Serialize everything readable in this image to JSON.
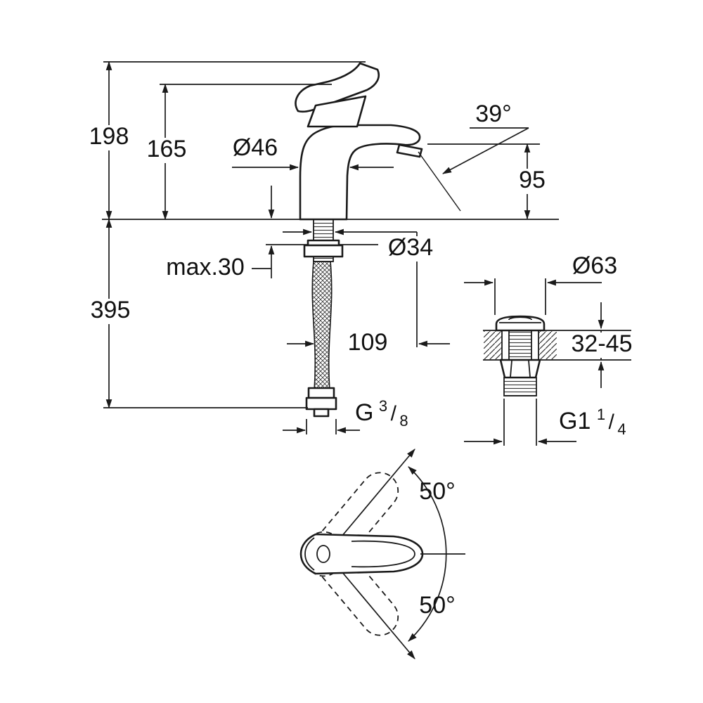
{
  "page": {
    "background": "#ffffff",
    "line_color": "#1a1a1a"
  },
  "drawing": {
    "dimensions": {
      "total_height": "198",
      "handle_height": "165",
      "body_diameter": "Ø46",
      "spray_angle": "39°",
      "spout_height": "95",
      "max_mounting_thickness": "max.30",
      "shank_diameter": "Ø34",
      "hose_length": "395",
      "hose_offset": "109",
      "flange_diameter": "Ø63",
      "deck_thickness_range": "32-45",
      "swing_angle_up": "50°",
      "swing_angle_down": "50°",
      "supply_thread": {
        "prefix": "G",
        "numerator": "3",
        "slash": "/",
        "denominator": "8"
      },
      "waste_thread": {
        "prefix": "G1",
        "numerator": "1",
        "slash": "/",
        "denominator": "4"
      }
    }
  }
}
